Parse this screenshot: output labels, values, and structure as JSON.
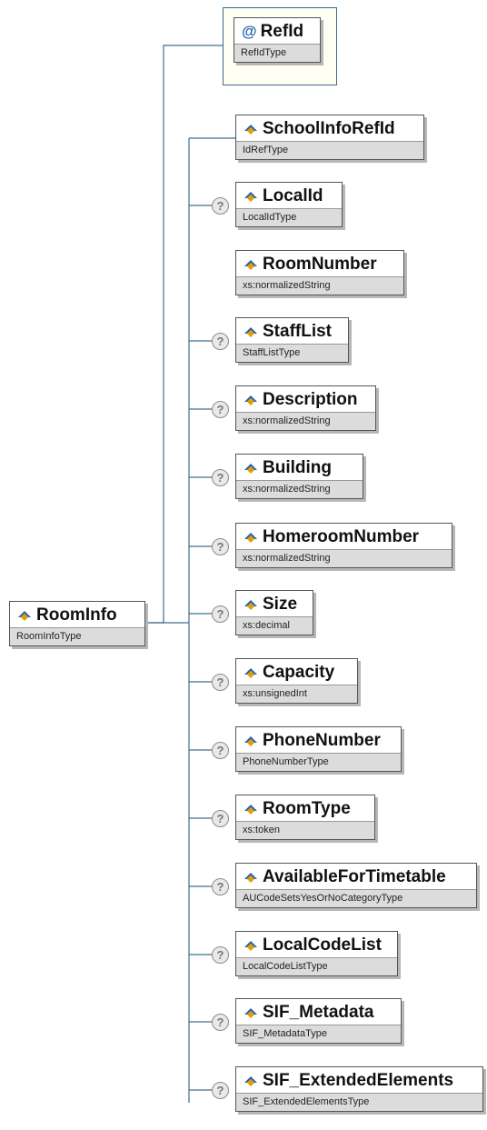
{
  "diagram": {
    "root": {
      "name": "RoomInfo",
      "type": "RoomInfoType"
    },
    "attribute": {
      "symbol": "@",
      "name": "RefId",
      "type": "RefIdType"
    },
    "elements": [
      {
        "name": "SchoolInfoRefId",
        "type": "IdRefType",
        "optional": false
      },
      {
        "name": "LocalId",
        "type": "LocalIdType",
        "optional": true
      },
      {
        "name": "RoomNumber",
        "type": "xs:normalizedString",
        "optional": false
      },
      {
        "name": "StaffList",
        "type": "StaffListType",
        "optional": true
      },
      {
        "name": "Description",
        "type": "xs:normalizedString",
        "optional": true
      },
      {
        "name": "Building",
        "type": "xs:normalizedString",
        "optional": true
      },
      {
        "name": "HomeroomNumber",
        "type": "xs:normalizedString",
        "optional": true
      },
      {
        "name": "Size",
        "type": "xs:decimal",
        "optional": true
      },
      {
        "name": "Capacity",
        "type": "xs:unsignedInt",
        "optional": true
      },
      {
        "name": "PhoneNumber",
        "type": "PhoneNumberType",
        "optional": true
      },
      {
        "name": "RoomType",
        "type": "xs:token",
        "optional": true
      },
      {
        "name": "AvailableForTimetable",
        "type": "AUCodeSetsYesOrNoCategoryType",
        "optional": true
      },
      {
        "name": "LocalCodeList",
        "type": "LocalCodeListType",
        "optional": true
      },
      {
        "name": "SIF_Metadata",
        "type": "SIF_MetadataType",
        "optional": true
      },
      {
        "name": "SIF_ExtendedElements",
        "type": "SIF_ExtendedElementsType",
        "optional": true
      }
    ],
    "optional_marker": "?",
    "colors": {
      "line": "#3e6f8f",
      "border": "#555555",
      "type_bg": "#dcdcdc",
      "attr_bg": "#fffff4",
      "icon_blue": "#2a5fa8",
      "icon_gold": "#e0a000"
    }
  }
}
